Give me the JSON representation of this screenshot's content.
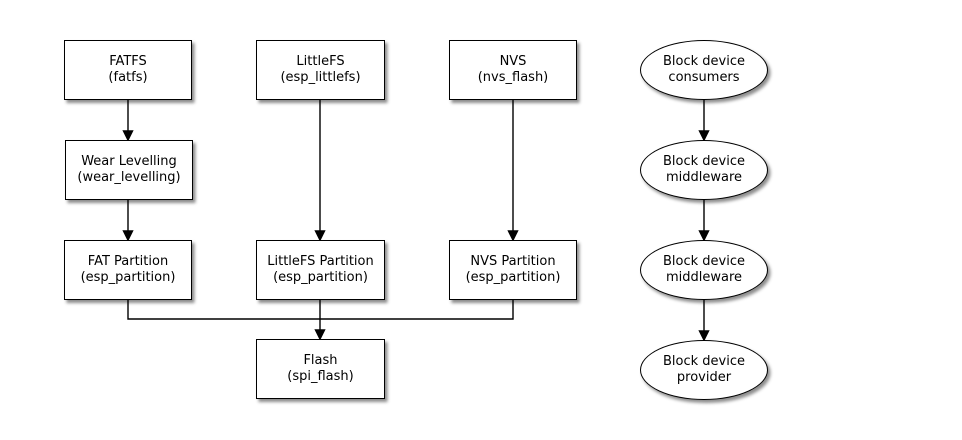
{
  "diagram": {
    "background_color": "#ffffff",
    "node_fill": "#ffffff",
    "node_border_color": "#000000",
    "text_color": "#000000",
    "shadow_color": "rgba(0,0,0,0.45)"
  },
  "nodes": {
    "fatfs": {
      "title": "FATFS",
      "subtitle": "(fatfs)"
    },
    "littlefs": {
      "title": "LittleFS",
      "subtitle": "(esp_littlefs)"
    },
    "nvs": {
      "title": "NVS",
      "subtitle": "(nvs_flash)"
    },
    "wear_levelling": {
      "title": "Wear Levelling",
      "subtitle": "(wear_levelling)"
    },
    "fat_partition": {
      "title": "FAT Partition",
      "subtitle": "(esp_partition)"
    },
    "littlefs_partition": {
      "title": "LittleFS Partition",
      "subtitle": "(esp_partition)"
    },
    "nvs_partition": {
      "title": "NVS Partition",
      "subtitle": "(esp_partition)"
    },
    "flash": {
      "title": "Flash",
      "subtitle": "(spi_flash)"
    }
  },
  "legend_nodes": {
    "consumers": {
      "line1": "Block device",
      "line2": "consumers"
    },
    "middleware_1": {
      "line1": "Block device",
      "line2": "middleware"
    },
    "middleware_2": {
      "line1": "Block device",
      "line2": "middleware"
    },
    "provider": {
      "line1": "Block device",
      "line2": "provider"
    }
  },
  "edges": [
    {
      "from": "fatfs",
      "to": "wear_levelling",
      "arrow": true
    },
    {
      "from": "wear_levelling",
      "to": "fat_partition",
      "arrow": true
    },
    {
      "from": "littlefs",
      "to": "littlefs_partition",
      "arrow": true
    },
    {
      "from": "nvs",
      "to": "nvs_partition",
      "arrow": true
    },
    {
      "from": "fat_partition",
      "to": "flash-bus",
      "arrow": false
    },
    {
      "from": "nvs_partition",
      "to": "flash-bus",
      "arrow": false
    },
    {
      "from": "littlefs_partition",
      "to": "flash",
      "arrow": true
    },
    {
      "from": "consumers",
      "to": "middleware_1",
      "arrow": true
    },
    {
      "from": "middleware_1",
      "to": "middleware_2",
      "arrow": true
    },
    {
      "from": "middleware_2",
      "to": "provider",
      "arrow": true
    }
  ]
}
